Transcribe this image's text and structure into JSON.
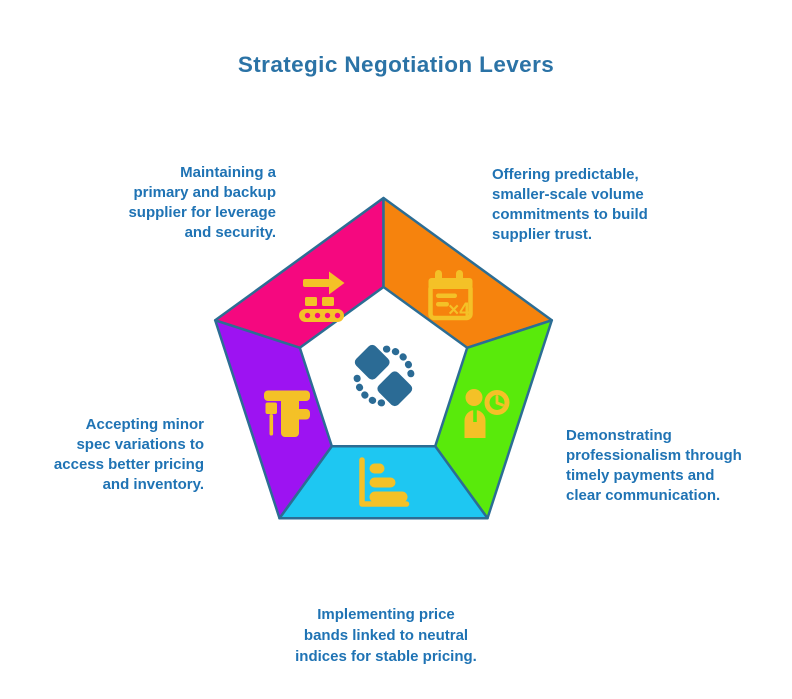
{
  "title": "Strategic Negotiation Levers",
  "colors": {
    "title_text": "#2B73A6",
    "label_text": "#1F73B4",
    "outline_stroke": "#2C6D94",
    "icon_gold": "#F4C127",
    "center_icon_blue": "#2B6B95",
    "background": "#FFFFFF"
  },
  "calendar_badge": "×4",
  "center_icon": {
    "name": "exchange-boxes-icon",
    "color": "#2B6B95"
  },
  "segments": [
    {
      "name": "maintaining-suppliers",
      "position": "top-left",
      "color": "#F5087F",
      "icon": "conveyor-belt-icon",
      "label_lines": [
        "Maintaining a",
        "primary and backup",
        "supplier for leverage",
        "and security."
      ]
    },
    {
      "name": "volume-commitments",
      "position": "top-right",
      "color": "#F6830D",
      "icon": "recurring-calendar-icon",
      "label_lines": [
        "Offering predictable,",
        "smaller-scale volume",
        "commitments to build",
        "supplier trust."
      ]
    },
    {
      "name": "professionalism",
      "position": "right",
      "color": "#59EA0B",
      "icon": "punctual-person-icon",
      "label_lines": [
        "Demonstrating",
        "professionalism through",
        "timely payments and",
        "clear communication."
      ]
    },
    {
      "name": "price-bands",
      "position": "bottom",
      "color": "#1EC7F2",
      "icon": "bar-chart-icon",
      "label_lines": [
        "Implementing price",
        "bands linked to neutral",
        "indices for stable pricing."
      ]
    },
    {
      "name": "spec-flexibility",
      "position": "left",
      "color": "#9D13F2",
      "icon": "corner-ruler-icon",
      "label_lines": [
        "Accepting minor",
        "spec variations to",
        "access better pricing",
        "and inventory."
      ]
    }
  ]
}
